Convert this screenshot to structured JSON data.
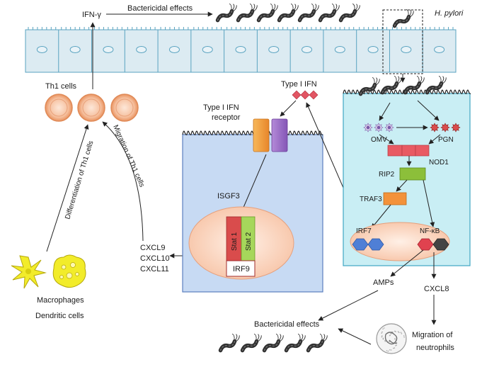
{
  "labels": {
    "ifn_gamma": "IFN-γ",
    "bactericidal_top": "Bactericidal effects",
    "h_pylori": "H. pylori",
    "th1_cells": "Th1 cells",
    "type1_ifn_top": "Type I IFN",
    "type1_ifn_receptor_1": "Type I IFN",
    "type1_ifn_receptor_2": "receptor",
    "differentiation": "Differentiation of Th1 cells",
    "migration_th1": "Migration of Th1 cells",
    "isgf3": "ISGF3",
    "stat1": "Stat 1",
    "stat2": "Stat 2",
    "irf9": "IRF9",
    "cxcl9": "CXCL9",
    "cxcl10": "CXCL10",
    "cxcl11": "CXCL11",
    "macrophages": "Macrophages",
    "dendritic_cells": "Dendritic cells",
    "omv": "OMV",
    "pgn": "PGN",
    "nod1": "NOD1",
    "rip2": "RIP2",
    "traf3": "TRAF3",
    "irf7": "IRF7",
    "nfkb": "NF-κB",
    "amps": "AMPs",
    "cxcl8": "CXCL8",
    "bactericidal_bottom": "Bactericidal effects",
    "migration_neutrophils_1": "Migration of",
    "migration_neutrophils_2": "neutrophils"
  },
  "colors": {
    "epithelium_fill": "#dcebf2",
    "epithelium_stroke": "#5aa3c0",
    "nucleus_fill": "#e9f3f8",
    "cell_box_fill": "#c7daf3",
    "cell_box_stroke": "#5b7fbf",
    "right_cell_fill": "#c9eef4",
    "right_cell_stroke": "#3fa6c3",
    "nucleus_oval": "#fbd7c4",
    "th1_cell": "#f0a878",
    "stat1": "#d94c4c",
    "stat2": "#8dc63f",
    "receptor_orange": "#f4a23c",
    "receptor_purple": "#9b6ac6",
    "nod1": "#e85a63",
    "rip2": "#8cbf3a",
    "traf3": "#f3923a",
    "irf7": "#4f7fd6",
    "nfkb_red": "#e0424f",
    "nfkb_dark": "#444444",
    "ifn_diamond": "#e25563",
    "macrophage": "#f2ec2a",
    "bacterium": "#3a3a3a"
  },
  "icons": [
    "bacterium-icon",
    "macrophage-icon",
    "dendritic-cell-icon",
    "neutrophil-icon",
    "ifn-diamond-icon",
    "omv-vesicle-icon",
    "pgn-icon"
  ]
}
